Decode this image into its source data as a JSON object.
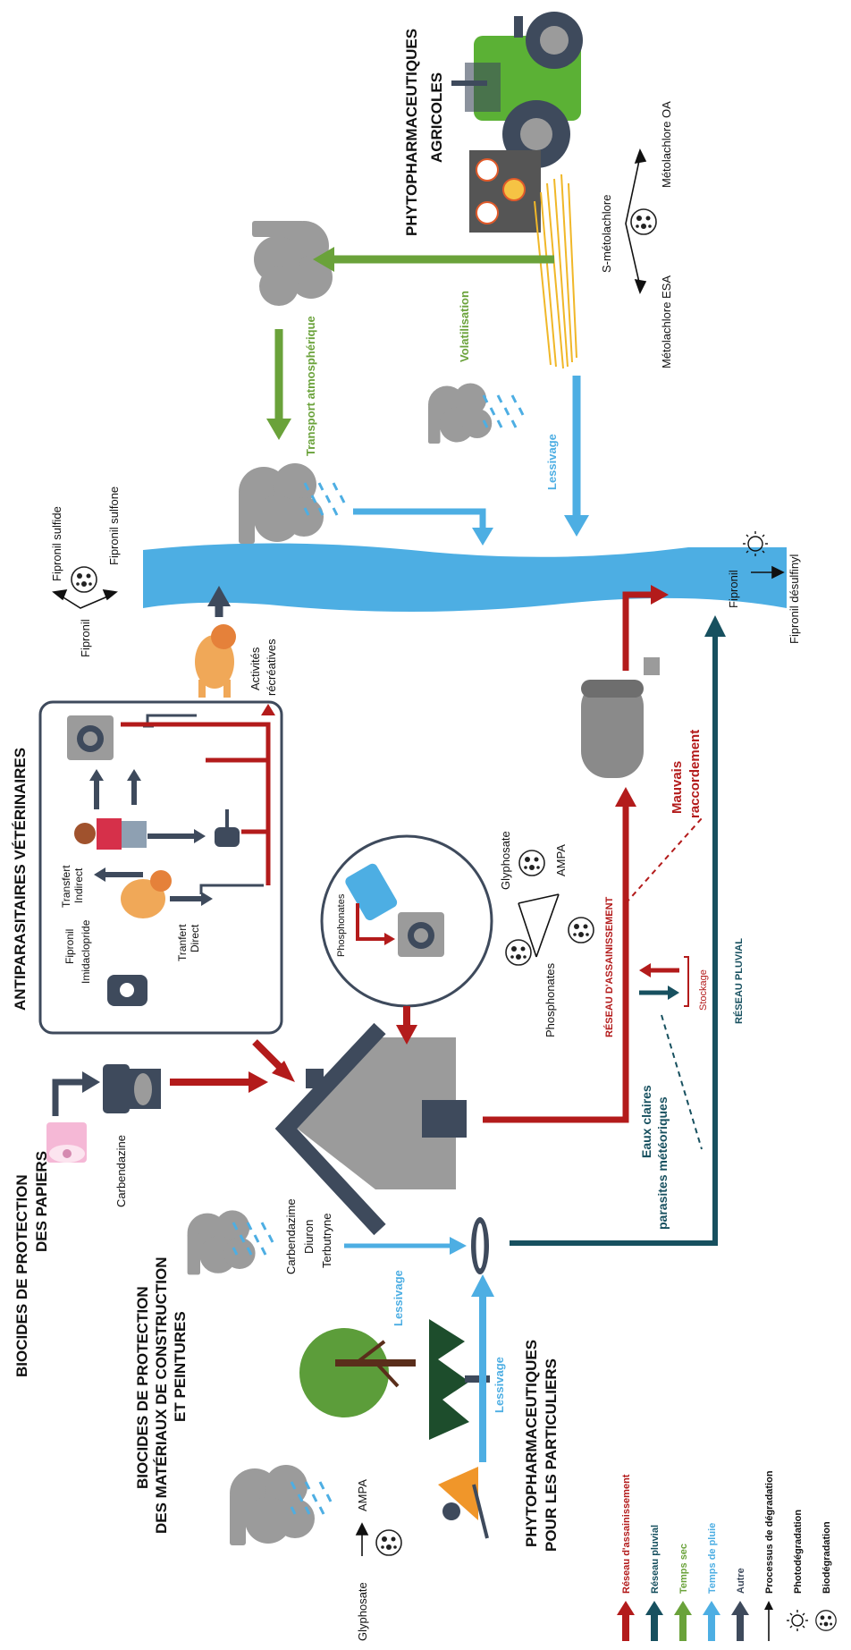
{
  "titles": {
    "phyto_agricoles_1": "PHYTOPHARMACEUTIQUES",
    "phyto_agricoles_2": "AGRICOLES",
    "antiparasitaires": "ANTIPARASITAIRES VÉTÉRINAIRES",
    "biocides_papiers_1": "BIOCIDES DE PROTECTION",
    "biocides_papiers_2": "DES PAPIERS",
    "biocides_materiaux_1": "BIOCIDES DE PROTECTION",
    "biocides_materiaux_2": "DES MATÉRIAUX DE CONSTRUCTION",
    "biocides_materiaux_3": "ET PEINTURES",
    "phyto_particuliers_1": "PHYTOPHARMACEUTIQUES",
    "phyto_particuliers_2": "POUR LES PARTICULIERS"
  },
  "labels": {
    "volatilisation": "Volatilisation",
    "transport_atmospherique": "Transport atmosphérique",
    "lessivage_agri": "Lessivage",
    "lessivage_roof": "Lessivage",
    "lessivage_garden": "Lessivage",
    "s_metolachlore": "S-métolachlore",
    "metolachlore_oa": "Métolachlore OA",
    "metolachlore_esa": "Métolachlore ESA",
    "fipronil_sulfide": "Fipronil sulfide",
    "fipronil_sulfone": "Fipronil sulfone",
    "fipronil_left": "Fipronil",
    "activites_1": "Activités",
    "activites_2": "récréatives",
    "fipronil_river": "Fipronil",
    "fipronil_desulfinyl": "Fipronil désulfinyl",
    "fipronil_box": "Fipronil",
    "imidaclopride_box": "Imidaclopride",
    "transfert_direct_1": "Tranfert",
    "transfert_direct_2": "Direct",
    "transfert_indirect_1": "Transfert",
    "transfert_indirect_2": "Indirect",
    "phosphonates_circle": "Phosphonates",
    "glyphosate": "Glyphosate",
    "ampa": "AMPA",
    "phosphonates": "Phosphonates",
    "mauvais_1": "Mauvais",
    "mauvais_2": "raccordement",
    "reseau_assainissement": "RÉSEAU D'ASSAINISSEMENT",
    "stockage": "Stockage",
    "reseau_pluvial": "RÉSEAU PLUVIAL",
    "eaux_claires_1": "Eaux claires",
    "eaux_claires_2": "parasites météoriques",
    "carbendazine": "Carbendazine",
    "carbendazime": "Carbendazime",
    "diuron": "Diuron",
    "terbutryne": "Terbutryne",
    "glyphosate_left": "Glyphosate",
    "ampa_left": "AMPA"
  },
  "legend": [
    {
      "label": "Réseau d'assainissement",
      "color": "#b31b1b",
      "icon": "arrow-up-icon"
    },
    {
      "label": "Réseau pluvial",
      "color": "#17505f",
      "icon": "arrow-up-icon"
    },
    {
      "label": "Temps sec",
      "color": "#6aa23a",
      "icon": "arrow-up-icon"
    },
    {
      "label": "Temps de pluie",
      "color": "#4daee3",
      "icon": "arrow-up-icon"
    },
    {
      "label": "Autre",
      "color": "#3e4a5c",
      "icon": "arrow-up-icon"
    },
    {
      "label": "Processus de dégradation",
      "color": "#111111",
      "icon": "thin-arrow-icon"
    },
    {
      "label": "Photodégradation",
      "color": "#111111",
      "icon": "sun-icon"
    },
    {
      "label": "Biodégradation",
      "color": "#111111",
      "icon": "microbe-icon"
    }
  ],
  "colors": {
    "sewer": "#b31b1b",
    "storm": "#17505f",
    "dry": "#6aa23a",
    "rain": "#4daee3",
    "other": "#3e4a5c",
    "river": "#4daee3",
    "cloud": "#9b9b9b"
  }
}
